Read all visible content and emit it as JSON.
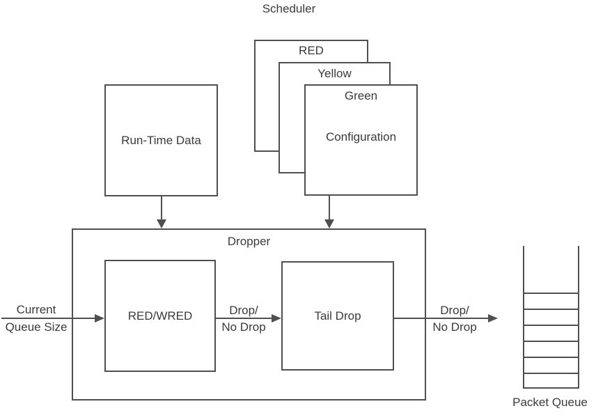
{
  "scheduler": {
    "label": "Scheduler"
  },
  "config_stack": {
    "red_label": "RED",
    "yellow_label": "Yellow",
    "green_label": "Green",
    "configuration_label": "Configuration"
  },
  "runtime": {
    "label": "Run-Time Data"
  },
  "dropper": {
    "label": "Dropper",
    "red_wred_label": "RED/WRED",
    "tail_drop_label": "Tail Drop"
  },
  "flow_labels": {
    "input_line1": "Current",
    "input_line2": "Queue Size",
    "mid_line1": "Drop/",
    "mid_line2": "No Drop",
    "output_line1": "Drop/",
    "output_line2": "No Drop"
  },
  "packet_queue": {
    "label": "Packet Queue",
    "slots": 6
  },
  "colors": {
    "line": "#4f4f4f",
    "text": "#3a3a3a",
    "background": "#ffffff"
  }
}
